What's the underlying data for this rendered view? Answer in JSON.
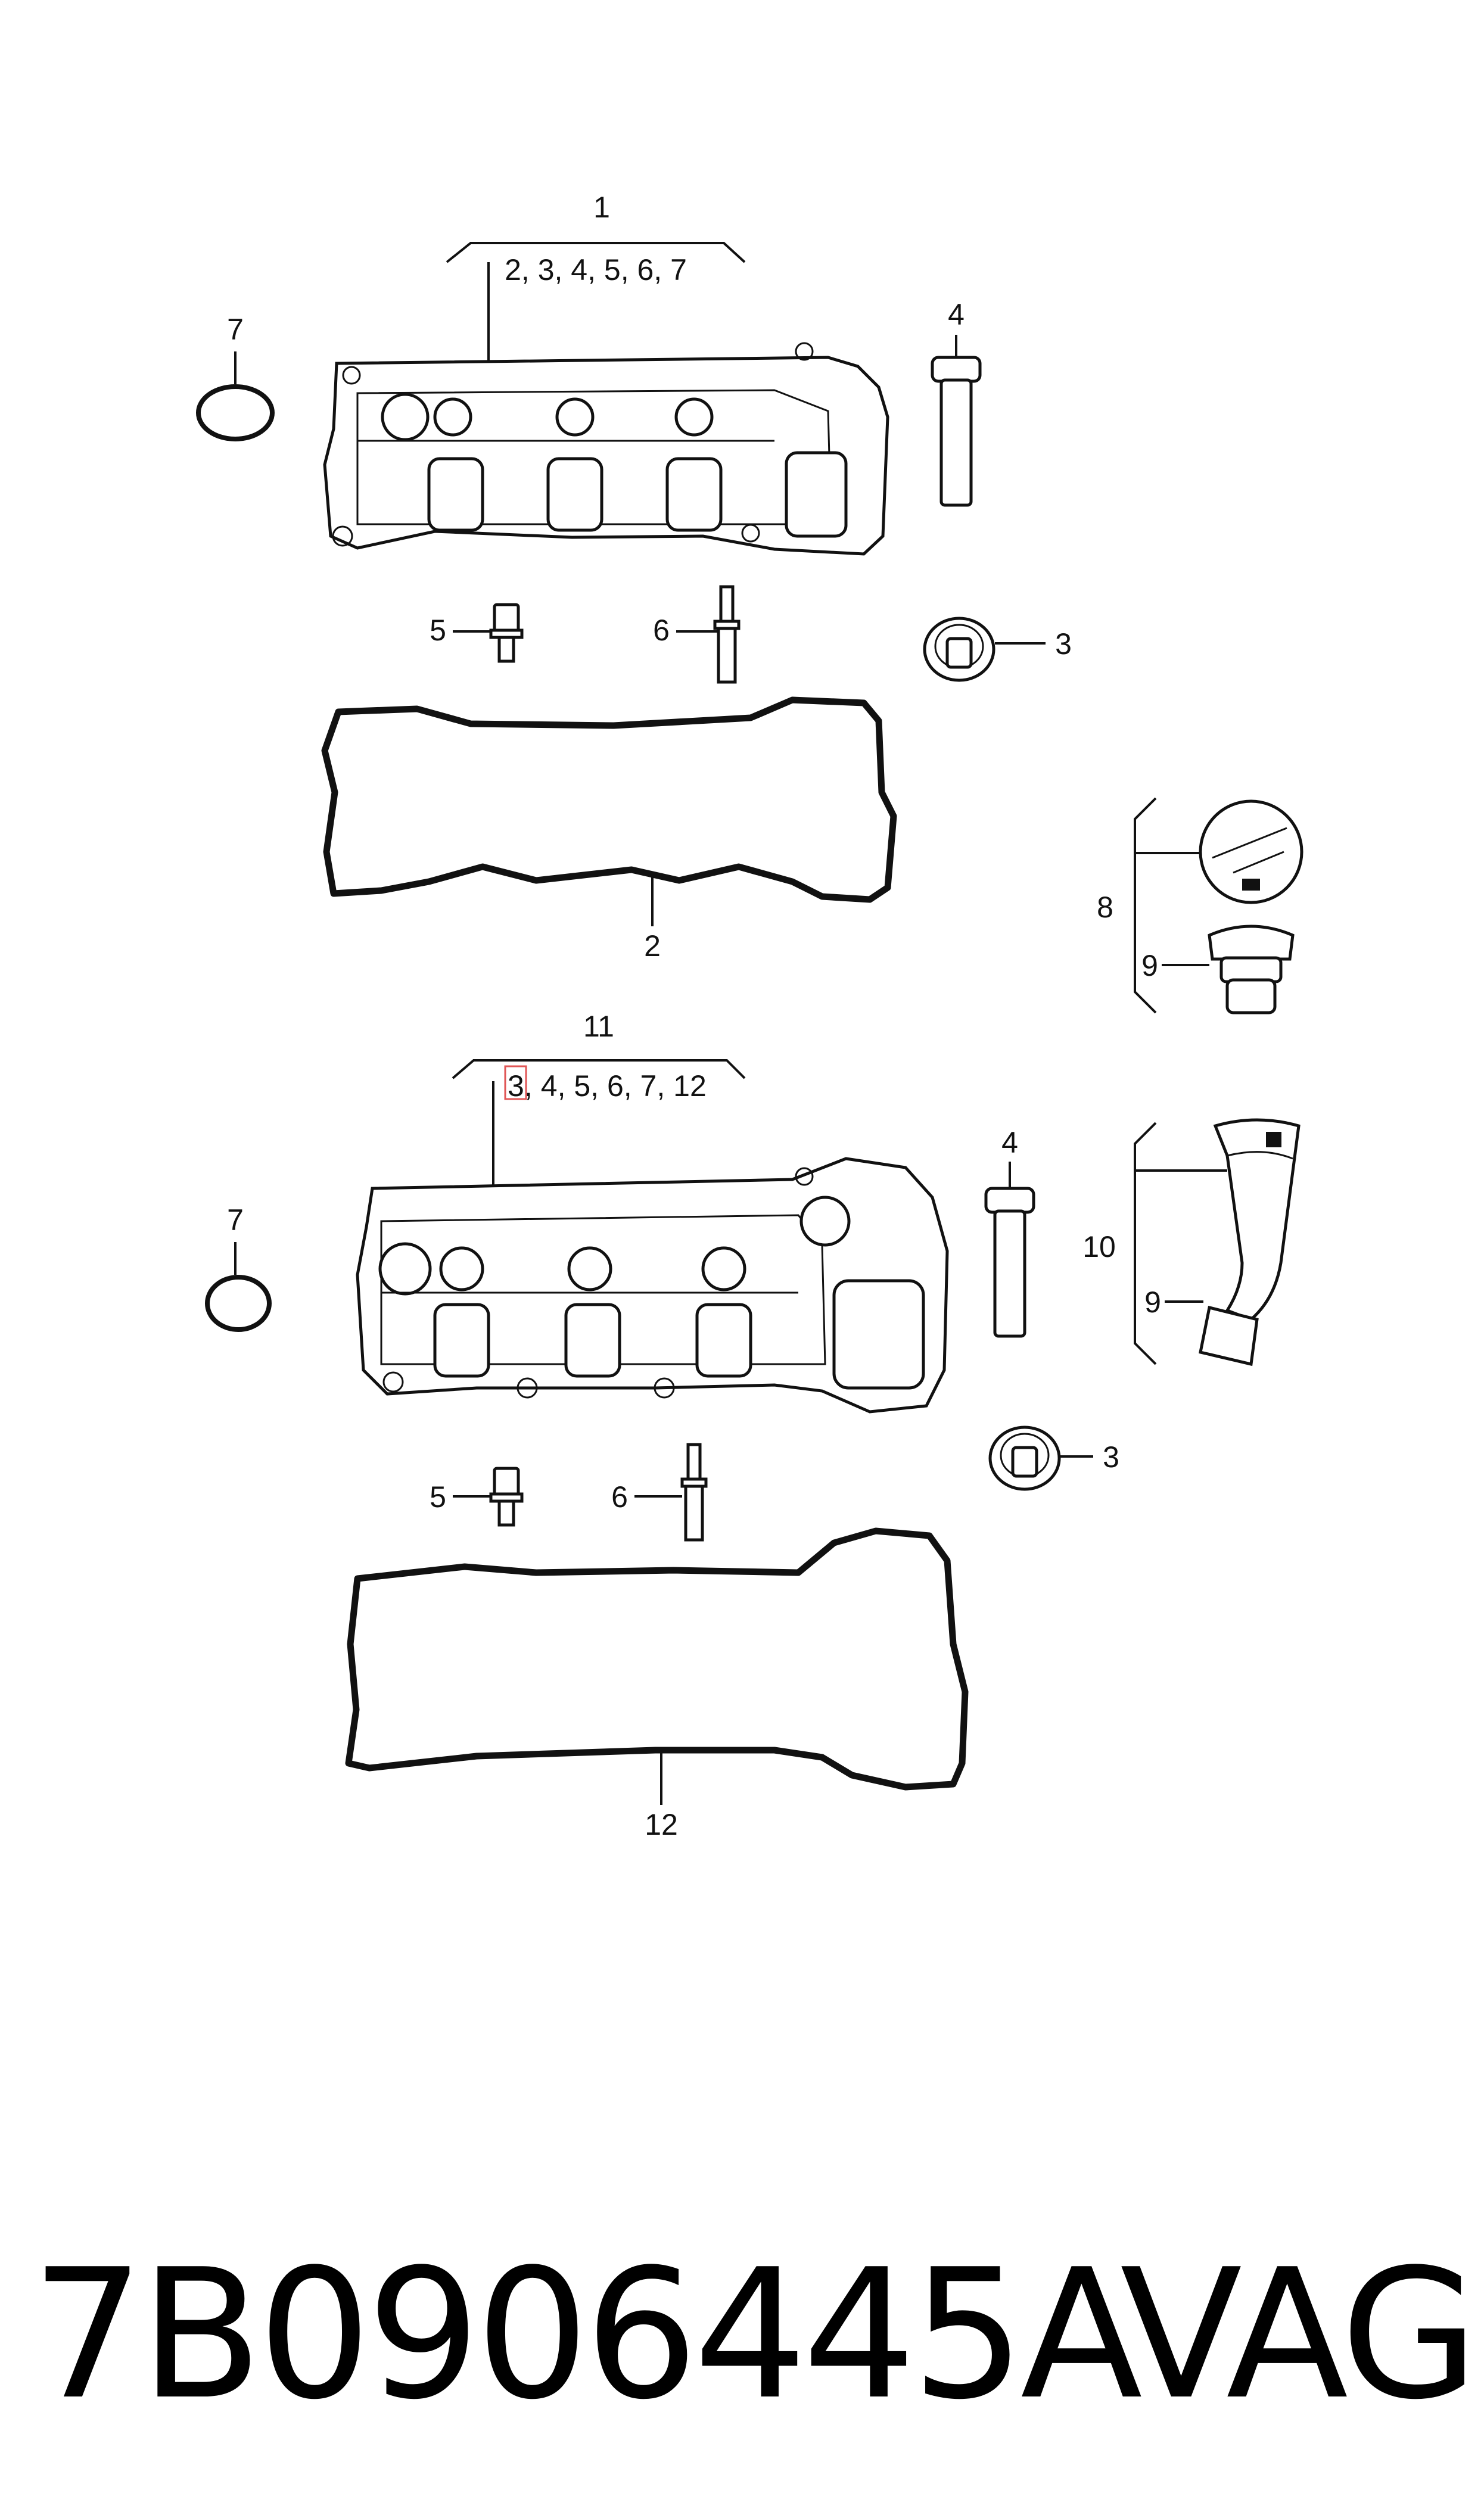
{
  "diagram": {
    "upper_assembly": {
      "callout_main": "1",
      "callout_includes": "2, 3, 4, 5, 6, 7",
      "callout_oring": "7",
      "callout_bolt": "5",
      "callout_stud": "6",
      "callout_sleeve": "4",
      "callout_grommet": "3",
      "callout_gasket": "2"
    },
    "caps": {
      "callout_cap_group": "8",
      "callout_cap_seal": "9"
    },
    "filler_tube": {
      "callout_tube": "10",
      "callout_tube_seal": "9"
    },
    "lower_assembly": {
      "callout_main": "11",
      "callout_includes_first": "3",
      "callout_includes_rest": ", 4, 5, 6, 7, 12",
      "callout_oring": "7",
      "callout_bolt": "5",
      "callout_stud": "6",
      "callout_sleeve": "4",
      "callout_grommet": "3",
      "callout_gasket": "12"
    }
  },
  "footer": {
    "part_number": "7B0906445A",
    "brand": "VAG"
  },
  "colors": {
    "line": "#111111",
    "highlight": "#e05555",
    "background": "#ffffff"
  }
}
